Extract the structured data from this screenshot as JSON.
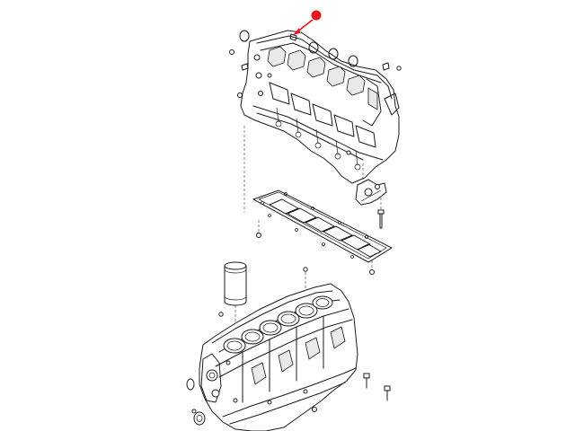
{
  "diagram": {
    "kind": "exploded-parts-view",
    "parts": [
      "cylinder-head",
      "cylinder-head-gasket",
      "cylinder-liner",
      "cylinder-block",
      "lifting-bracket",
      "bolts",
      "o-rings"
    ],
    "marker": {
      "shape": "circle-with-arrow",
      "color": "#e8141b"
    },
    "colors": {
      "line": "#1a1a1a",
      "background": "#ffffff"
    }
  }
}
